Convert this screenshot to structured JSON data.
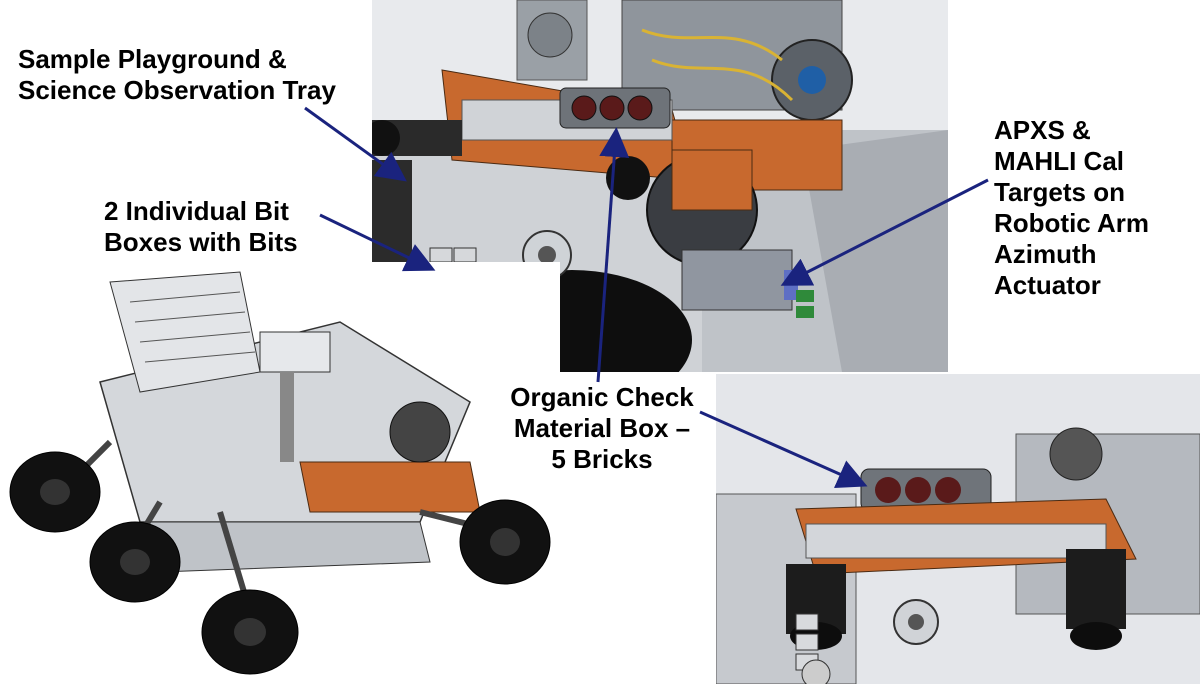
{
  "labels": {
    "sample_tray": [
      "Sample Playground &",
      "Science Observation Tray"
    ],
    "bit_boxes": [
      "2 Individual Bit",
      "Boxes with Bits"
    ],
    "apxs_mahli": [
      "APXS &",
      "MAHLI Cal",
      "Targets on",
      "Robotic Arm",
      "Azimuth",
      "Actuator"
    ],
    "organic_check": [
      "Organic Check",
      "Material Box –",
      "5 Bricks"
    ]
  },
  "colors": {
    "arrow": "#1a237e",
    "turret_orange": "#c8692e",
    "metal_grey": "#b9bcc1",
    "dark": "#141414"
  }
}
